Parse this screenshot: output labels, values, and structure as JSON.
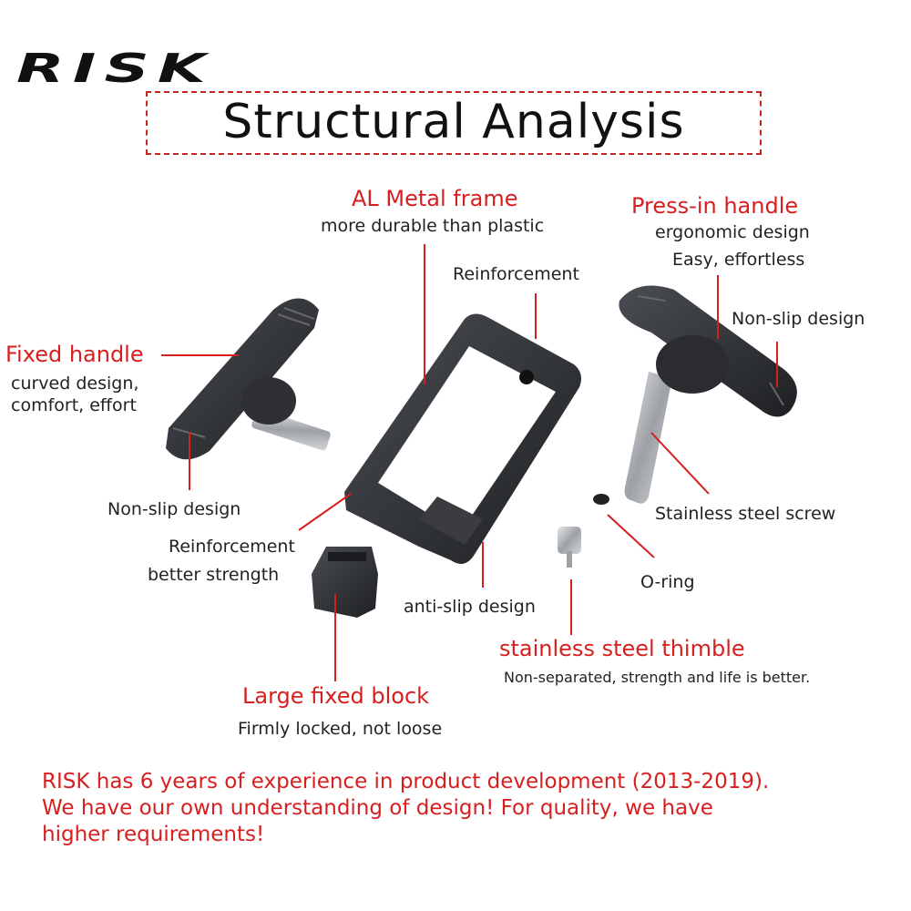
{
  "brand": {
    "logo": "RISK"
  },
  "header": {
    "title": "Structural Analysis"
  },
  "callouts": {
    "al_frame": {
      "title": "AL Metal frame",
      "desc": "more durable than plastic"
    },
    "press_handle": {
      "title": "Press-in handle",
      "desc1": "ergonomic design",
      "desc2": "Easy, effortless"
    },
    "reinforcement_top": {
      "label": "Reinforcement"
    },
    "non_slip_right": {
      "label": "Non-slip design"
    },
    "fixed_handle": {
      "title": "Fixed handle",
      "desc1": "curved design,",
      "desc2": "comfort, effort"
    },
    "non_slip_left": {
      "label": "Non-slip design"
    },
    "stainless_screw": {
      "label": "Stainless steel screw"
    },
    "reinforcement_bottom": {
      "label1": "Reinforcement",
      "label2": "better strength"
    },
    "o_ring": {
      "label": "O-ring"
    },
    "anti_slip": {
      "label": "anti-slip design"
    },
    "thimble": {
      "title": "stainless steel thimble",
      "desc": "Non-separated, strength and life is better."
    },
    "fixed_block": {
      "title": "Large fixed block",
      "desc": "Firmly locked, not loose"
    }
  },
  "footer": {
    "line1": "RISK has 6 years of experience in product development (2013-2019).",
    "line2": "We have our own understanding of design! For quality, we have",
    "line3": "higher requirements!"
  },
  "colors": {
    "accent": "#d71f1f",
    "part": "#2b2d30",
    "steel": "#b9bcc0"
  }
}
